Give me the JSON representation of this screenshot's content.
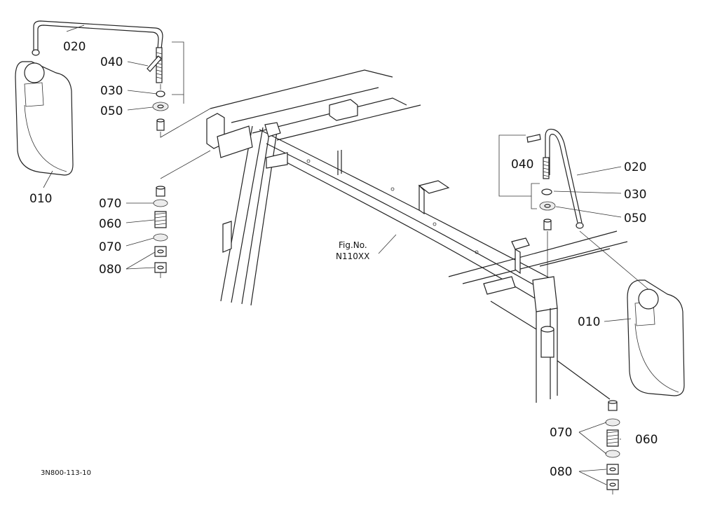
{
  "figure": {
    "reference_label_line1": "Fig.No.",
    "reference_label_line2": "N110XX",
    "drawing_code": "3N800-113-10"
  },
  "callouts": {
    "left": {
      "p010": "010",
      "p020": "020",
      "p030": "030",
      "p040": "040",
      "p050": "050",
      "p060": "060",
      "p070a": "070",
      "p070b": "070",
      "p080": "080"
    },
    "right": {
      "p010": "010",
      "p020": "020",
      "p030": "030",
      "p040": "040",
      "p050": "050",
      "p060": "060",
      "p070": "070",
      "p080": "080"
    }
  }
}
